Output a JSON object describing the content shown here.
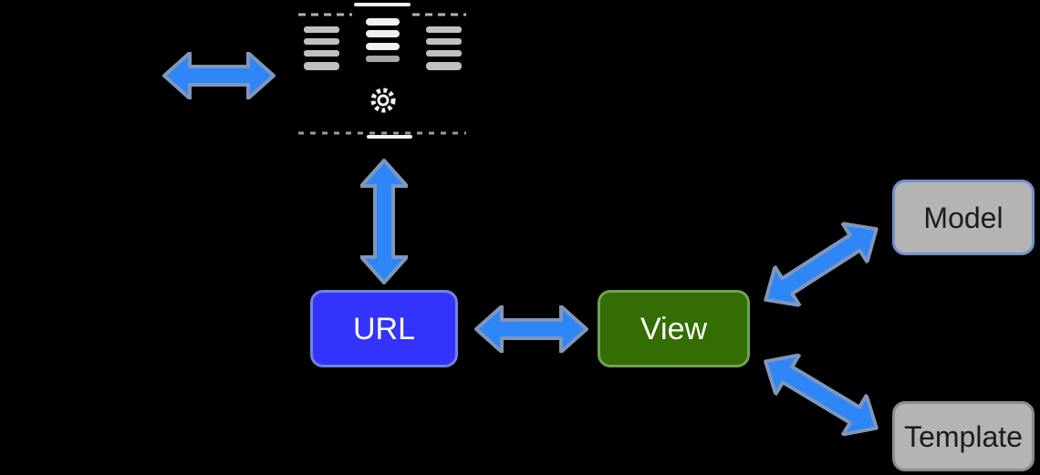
{
  "diagram": {
    "type": "flow-diagram",
    "nodes": {
      "server": {
        "label": "",
        "icon": "server-rack-icon"
      },
      "url": {
        "label": "URL"
      },
      "view": {
        "label": "View"
      },
      "model": {
        "label": "Model"
      },
      "template": {
        "label": "Template"
      }
    },
    "edges": [
      {
        "id": "arrow-left-of-server",
        "between": [
          "offscreen-left",
          "server"
        ],
        "direction": "bidirectional"
      },
      {
        "id": "server-url-arrow",
        "between": [
          "server",
          "url"
        ],
        "direction": "bidirectional"
      },
      {
        "id": "url-view-arrow",
        "between": [
          "url",
          "view"
        ],
        "direction": "bidirectional"
      },
      {
        "id": "view-model-arrow",
        "between": [
          "view",
          "model"
        ],
        "direction": "bidirectional"
      },
      {
        "id": "view-template-arrow",
        "between": [
          "view",
          "template"
        ],
        "direction": "bidirectional"
      }
    ],
    "icons": {
      "server": "server-rack",
      "gear": "⚙"
    }
  },
  "colors": {
    "background": "#000000",
    "arrow_fill": "#2e86f7",
    "arrow_stroke": "#8096ba",
    "url_fill": "#3333fb",
    "url_border": "#6d86d8",
    "view_fill": "#336d04",
    "view_border": "#6ca453",
    "gray_fill": "#b4b4b4",
    "model_border": "#7191cc",
    "template_border": "#8c8c8c",
    "label_light": "#ffffff",
    "label_dark": "#1c1c1c",
    "icon_detail": "#f0f0f0"
  }
}
